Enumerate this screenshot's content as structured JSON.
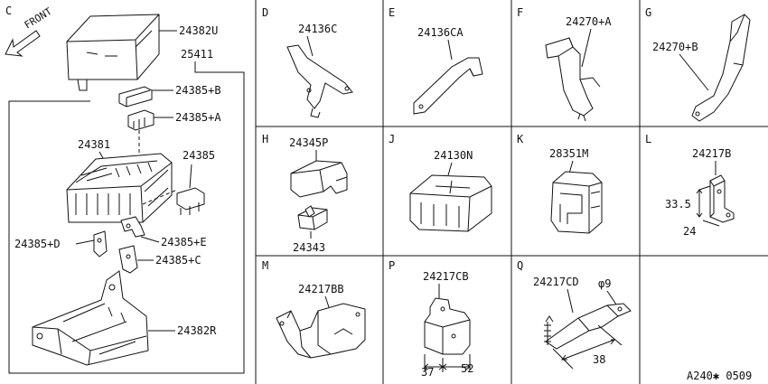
{
  "diagram": {
    "code": "A240✱ 0509",
    "front_label": "FRONT",
    "panel_c": {
      "letter": "C",
      "parts": {
        "cover_top": "24382U",
        "bracket_main": "25411",
        "clip_b": "24385+B",
        "clip_a": "24385+A",
        "fuse_box": "24381",
        "clip": "24385",
        "clip_d": "24385+D",
        "clip_e": "24385+E",
        "clip_c": "24385+C",
        "cover_bottom": "24382R"
      }
    },
    "panels": [
      {
        "letter": "D",
        "part": "24136C"
      },
      {
        "letter": "E",
        "part": "24136CA"
      },
      {
        "letter": "F",
        "part": "24270+A"
      },
      {
        "letter": "G",
        "part": "24270+B"
      },
      {
        "letter": "H",
        "part": "24345P",
        "part2": "24343"
      },
      {
        "letter": "J",
        "part": "24130N"
      },
      {
        "letter": "K",
        "part": "28351M"
      },
      {
        "letter": "L",
        "part": "24217B",
        "dim1": "33.5",
        "dim2": "24"
      },
      {
        "letter": "M",
        "part": "24217BB"
      },
      {
        "letter": "P",
        "part": "24217CB",
        "dim1": "37",
        "dim2": "52"
      },
      {
        "letter": "Q",
        "part": "24217CD",
        "dim1": "φ9",
        "dim2": "38"
      }
    ]
  }
}
